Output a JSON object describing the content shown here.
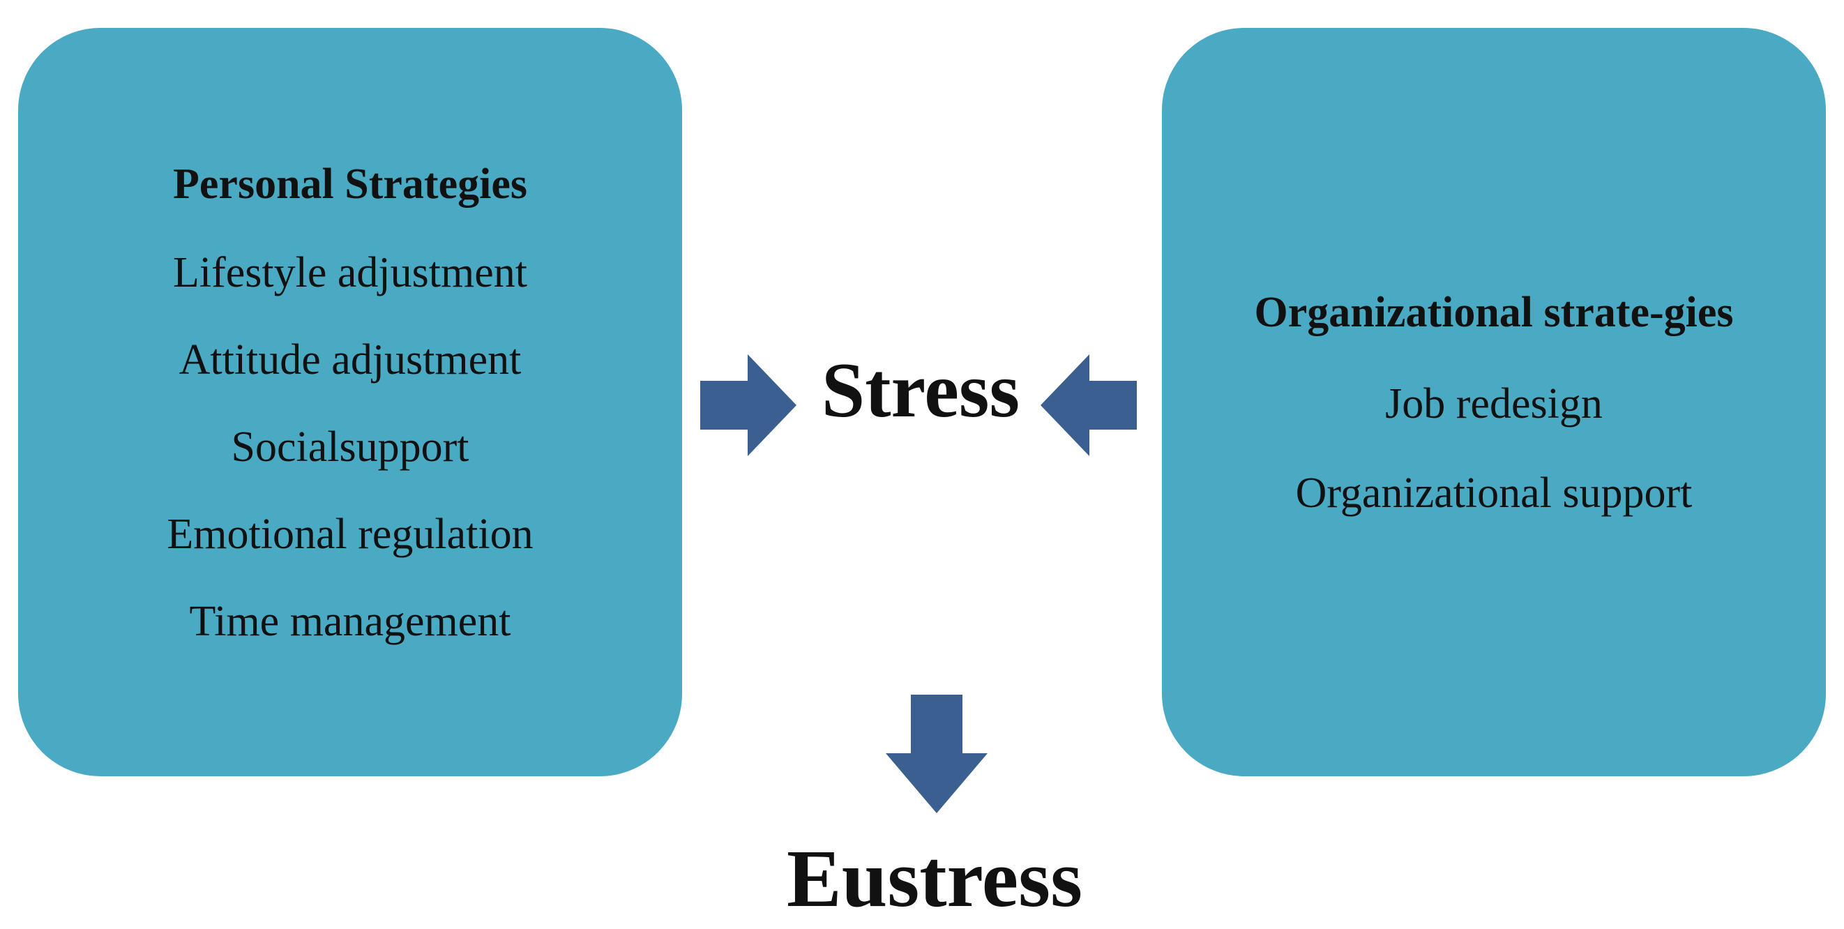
{
  "colors": {
    "box_fill": "#4AAAC4",
    "arrow_fill": "#3B5F91",
    "text": "#111111"
  },
  "personal": {
    "title": "Personal Strategies",
    "items": [
      "Lifestyle adjustment",
      "Attitude adjustment",
      "Socialsupport",
      "Emotional regulation",
      "Time management"
    ]
  },
  "organizational": {
    "title": "Organizational strate-gies",
    "items": [
      "Job redesign",
      "Organizational support"
    ]
  },
  "center": {
    "stress": "Stress",
    "eustress": "Eustress"
  },
  "arrows": [
    {
      "name": "arrow-right-icon",
      "direction": "right"
    },
    {
      "name": "arrow-left-icon",
      "direction": "left"
    },
    {
      "name": "arrow-down-icon",
      "direction": "down"
    }
  ]
}
